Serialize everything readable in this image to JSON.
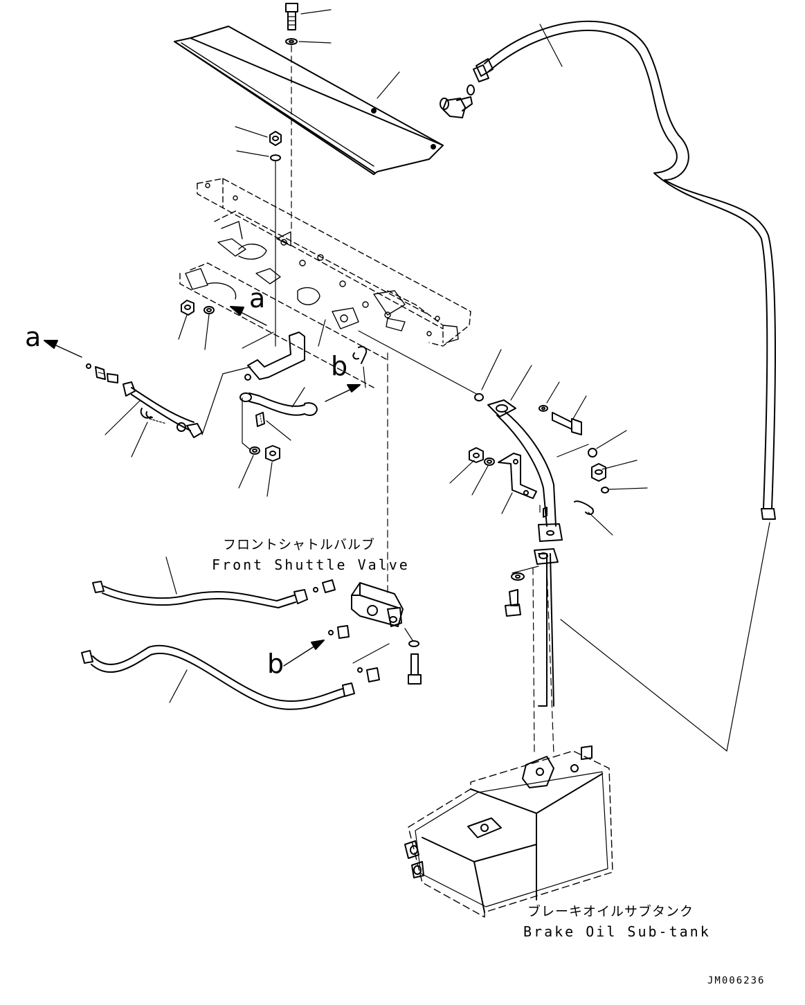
{
  "labels": {
    "front_shuttle_valve_jp": "フロントシャトルバルブ",
    "front_shuttle_valve_en": "Front Shuttle Valve",
    "brake_oil_subtank_jp": "ブレーキオイルサブタンク",
    "brake_oil_subtank_en": "Brake Oil Sub-tank",
    "drawing_code": "JM006236"
  },
  "markers": {
    "a_upper": "a",
    "a_left": "a",
    "b_upper": "b",
    "b_lower": "b"
  }
}
